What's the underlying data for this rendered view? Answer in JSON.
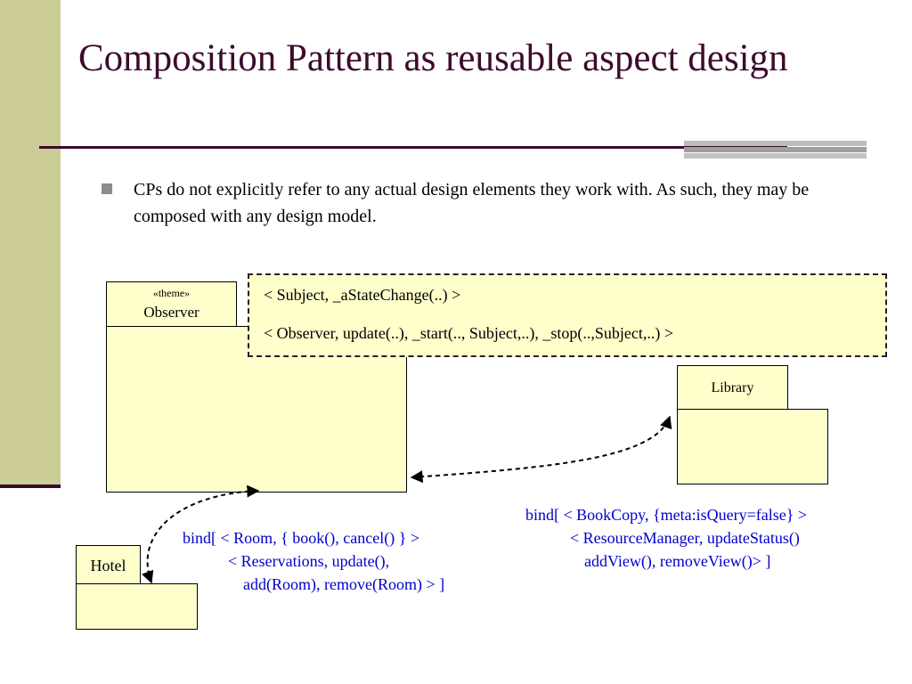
{
  "slide": {
    "title": "Composition Pattern as reusable aspect design",
    "bullet": "CPs do not explicitly refer to any actual design elements they work with. As such, they may be composed with any design model."
  },
  "diagram": {
    "observer": {
      "stereotype": "«theme»",
      "name": "Observer"
    },
    "template_params": [
      "< Subject, _aStateChange(..) >",
      "< Observer, update(..), _start(.., Subject,..), _stop(..,Subject,..) >"
    ],
    "library": {
      "name": "Library"
    },
    "hotel": {
      "name": "Hotel"
    },
    "hotel_binding": [
      "bind[ < Room, { book(), cancel() } >",
      "< Reservations, update(),",
      "add(Room), remove(Room) > ]"
    ],
    "library_binding": [
      "bind[ < BookCopy, {meta:isQuery=false} >",
      "< ResourceManager, updateStatus()",
      "addView(), removeView()> ]"
    ]
  }
}
